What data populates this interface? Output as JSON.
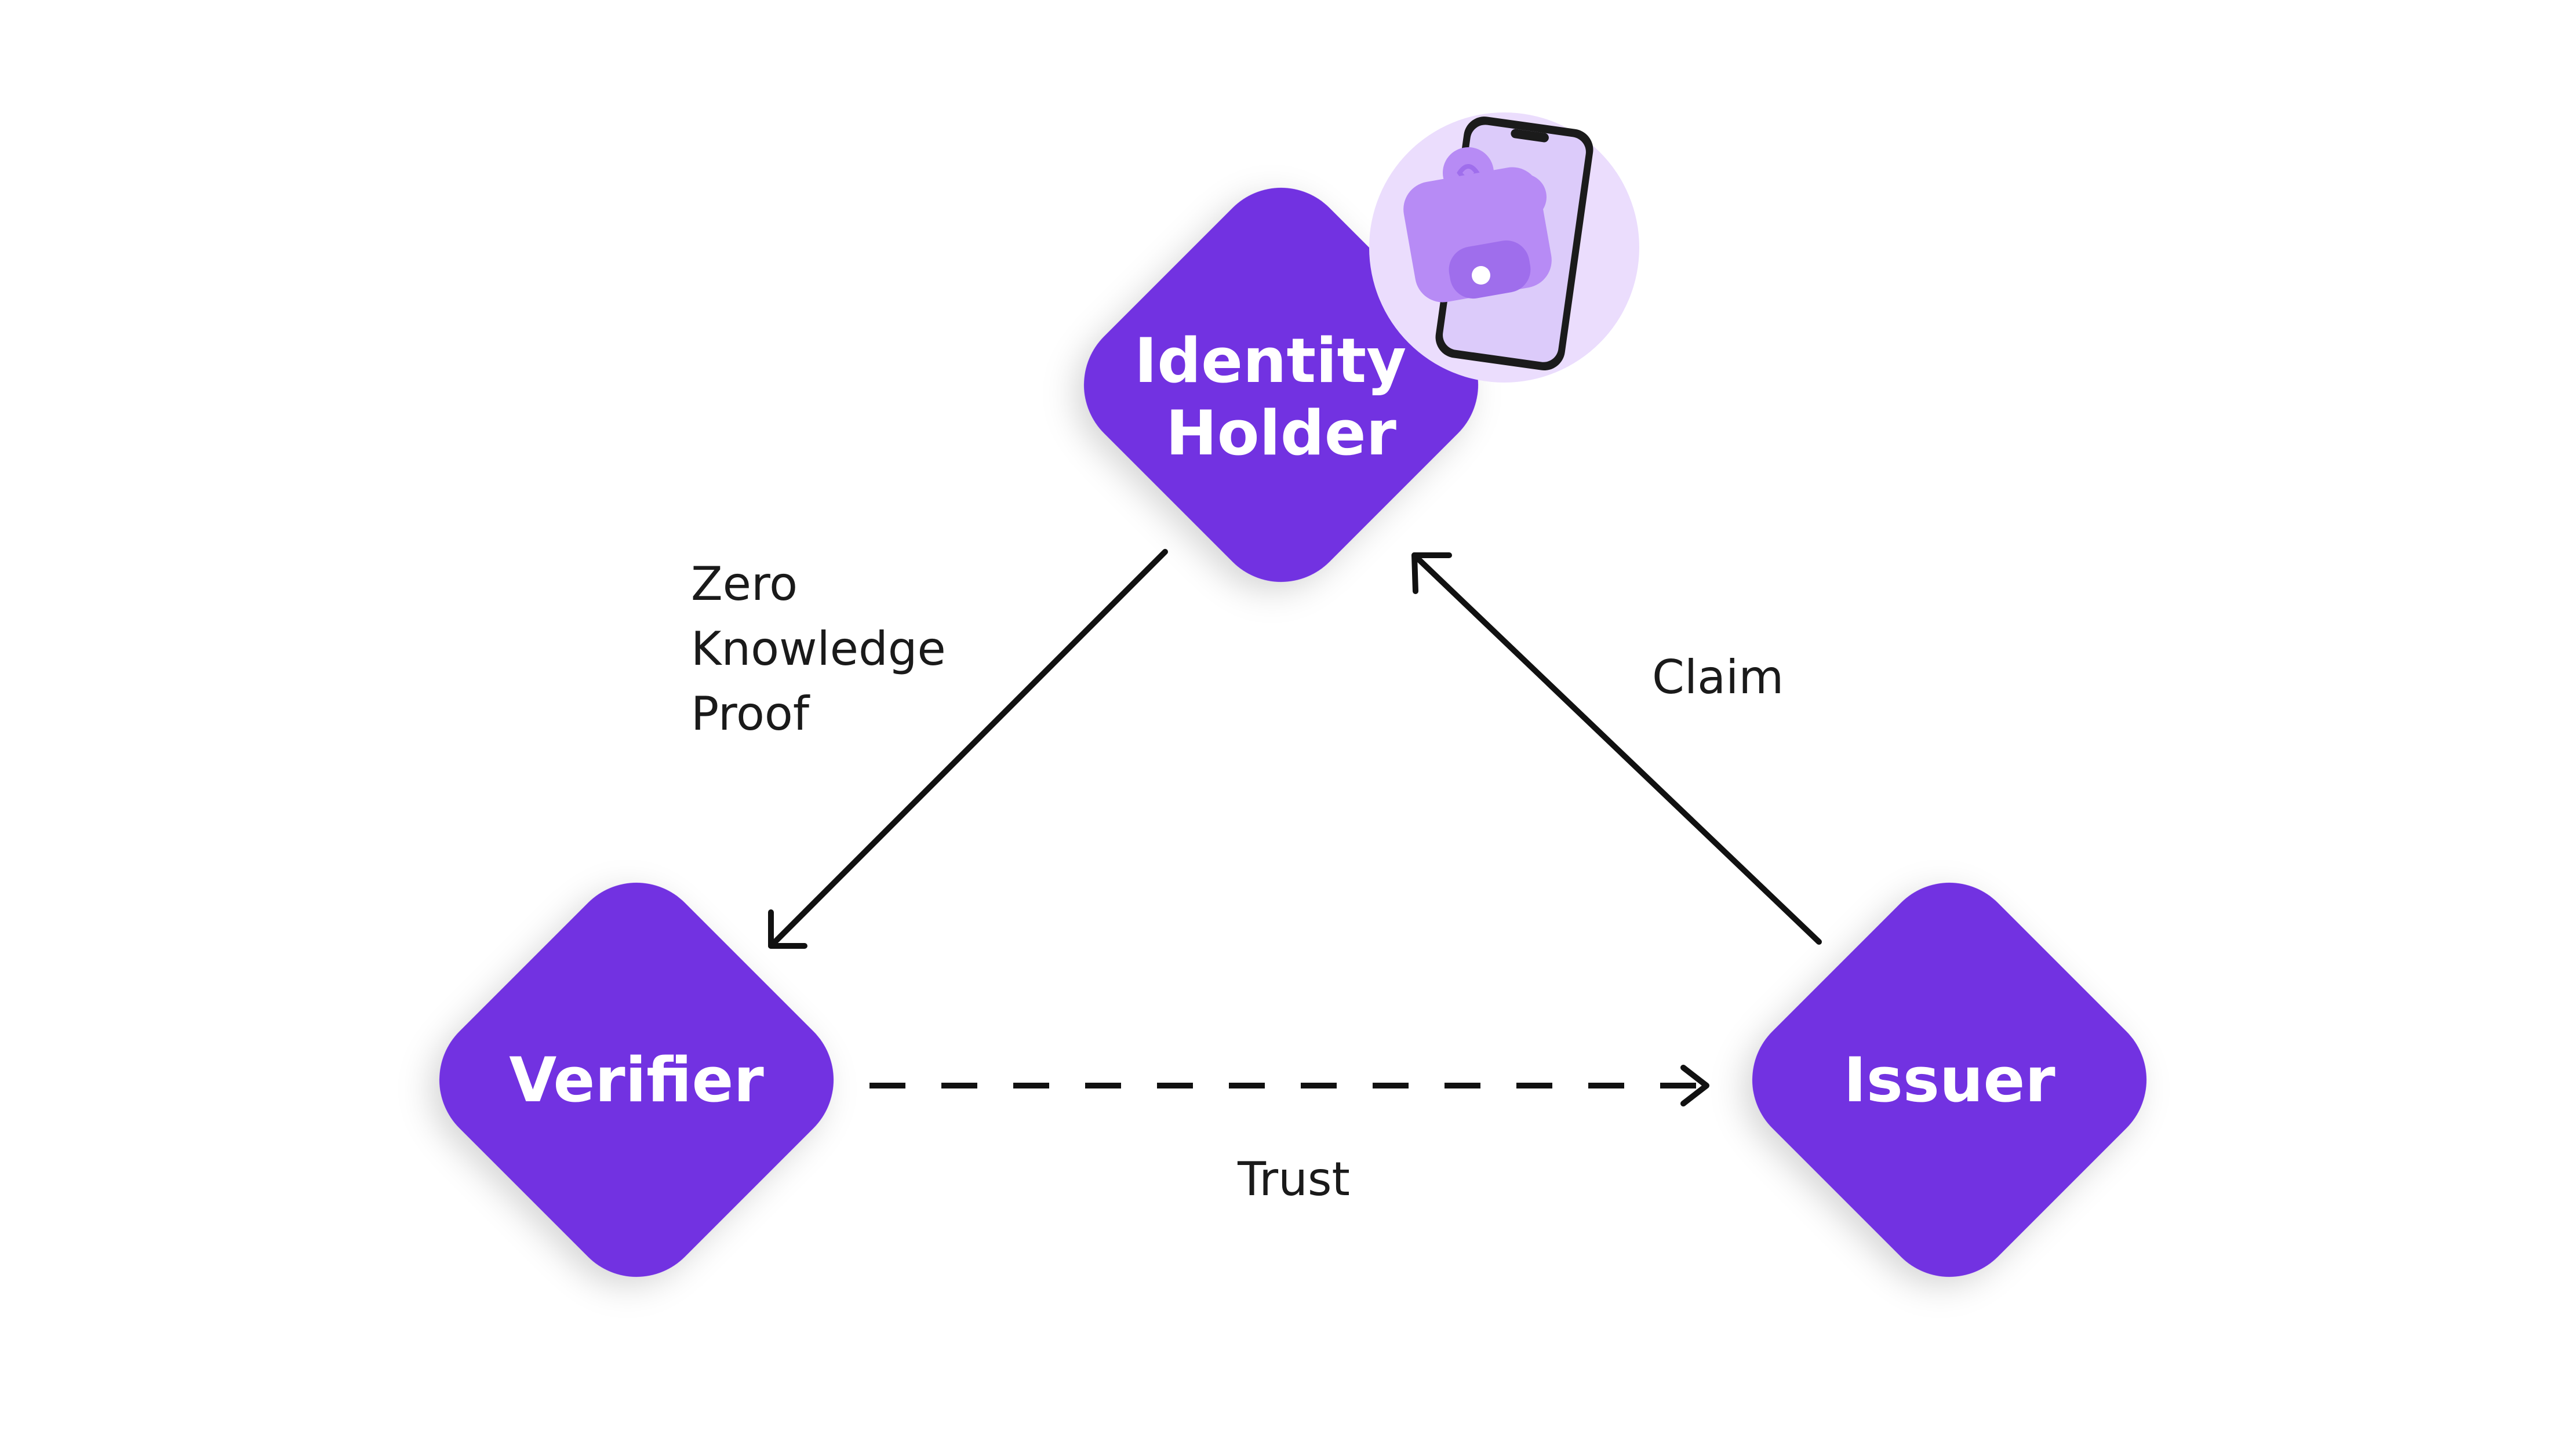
{
  "colors": {
    "node_fill": "#7230E1",
    "edge_stroke": "#111111",
    "text": "#1a1a1a",
    "badge_circle": "#EBDDFD",
    "wallet": "#B78BF5",
    "wallet_dark": "#9F6EEC",
    "phone_frame": "#1b1b1b",
    "phone_screen": "#DCCBFA"
  },
  "nodes": {
    "holder": {
      "lines": [
        "Identity",
        "Holder"
      ]
    },
    "verifier": {
      "lines": [
        "Verifier"
      ]
    },
    "issuer": {
      "lines": [
        "Issuer"
      ]
    }
  },
  "edges": {
    "proof": {
      "from": "Identity Holder",
      "to": "Verifier",
      "style": "solid",
      "label_lines": [
        "Zero",
        "Knowledge",
        "Proof"
      ]
    },
    "claim": {
      "from": "Issuer",
      "to": "Identity Holder",
      "style": "solid",
      "label_lines": [
        "Claim"
      ]
    },
    "trust": {
      "from": "Verifier",
      "to": "Issuer",
      "style": "dashed",
      "label_lines": [
        "Trust"
      ]
    }
  },
  "badge": {
    "icon": "phone-wallet-icon"
  }
}
